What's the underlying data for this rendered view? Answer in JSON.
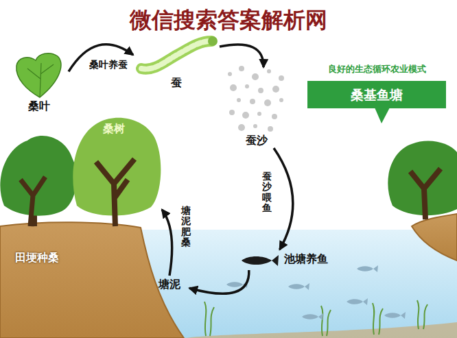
{
  "diagram": {
    "nodes": [
      {
        "text": [
          "桑叶"
        ]
      },
      {
        "text": [
          "蚕"
        ]
      },
      {
        "text": [
          "良好的生态循环农业模式",
          "桑基鱼塘"
        ]
      },
      {
        "text": [
          "蚕沙"
        ]
      },
      {
        "text": [
          "桑树"
        ]
      },
      {
        "text": [
          "池塘养鱼"
        ]
      },
      {
        "text": [
          "塘泥"
        ]
      }
    ],
    "edges": [
      {
        "from": 0,
        "to": 1,
        "label": "桑叶养蚕",
        "arrow": "to"
      },
      {
        "from": 1,
        "to": 3,
        "arrow": "to"
      },
      {
        "from": 3,
        "to": 5,
        "label": "蚕沙喂鱼",
        "arrow": "to"
      },
      {
        "from": 5,
        "to": 6,
        "arrow": "to"
      },
      {
        "from": 6,
        "to": 4,
        "label": "塘泥肥桑",
        "arrow": "to"
      }
    ],
    "labels": [
      "微信搜索答案解析网",
      "田埂种桑"
    ]
  }
}
